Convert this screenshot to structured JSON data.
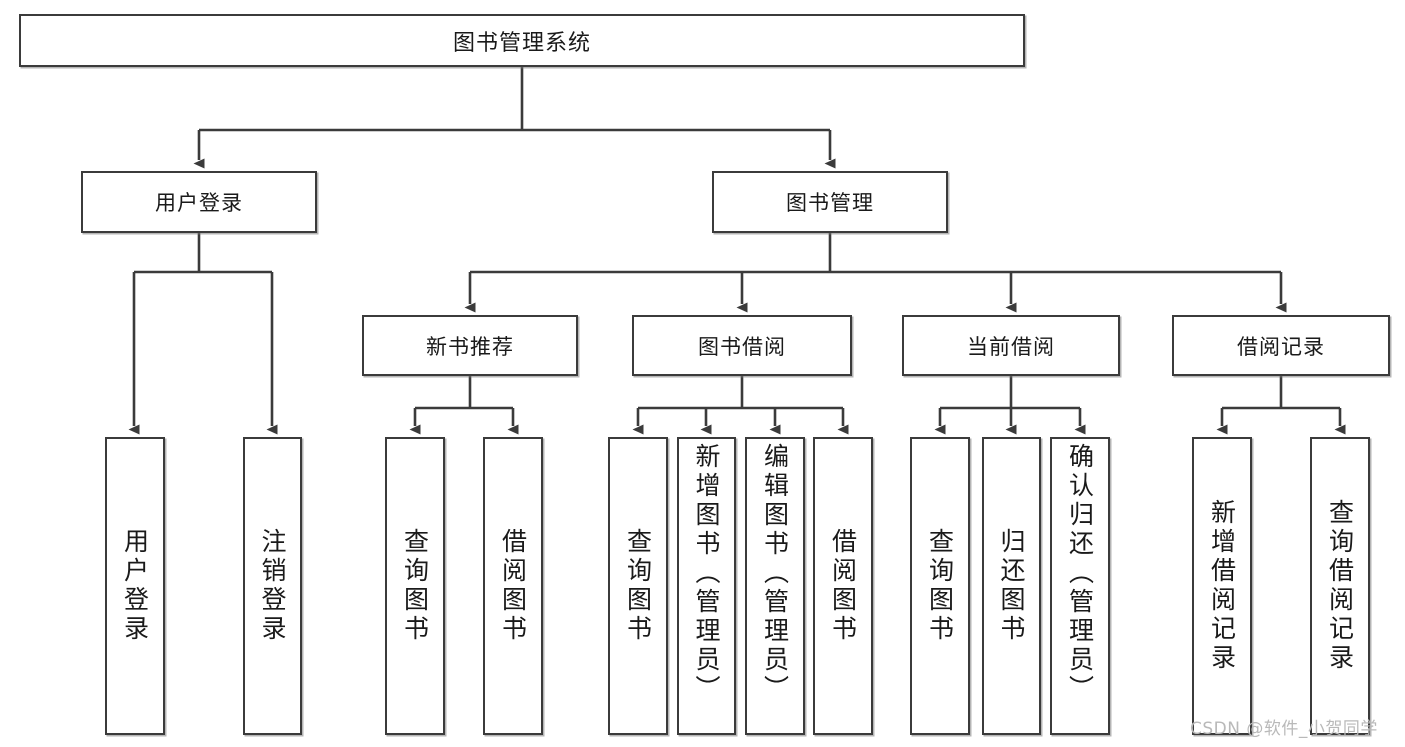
{
  "diagram": {
    "title": "图书管理系统",
    "watermark": "CSDN @软件_小贺同学",
    "line_color": "#3b3b3b",
    "box_fill": "#ffffff",
    "text_color": "#1a1a1a",
    "watermark_color": "#b9b9b9"
  },
  "nodes": {
    "root": {
      "label": "图书管理系统"
    },
    "level2": [
      {
        "label": "用户登录"
      },
      {
        "label": "图书管理"
      }
    ],
    "level3": [
      {
        "label": "新书推荐"
      },
      {
        "label": "图书借阅"
      },
      {
        "label": "当前借阅"
      },
      {
        "label": "借阅记录"
      }
    ],
    "leaves": {
      "user_login": [
        {
          "label": "用户登录"
        },
        {
          "label": "注销登录"
        }
      ],
      "new_book_recommend": [
        {
          "label": "查询图书"
        },
        {
          "label": "借阅图书"
        }
      ],
      "book_borrow": [
        {
          "label": "查询图书"
        },
        {
          "label": "新增图书（管理员）"
        },
        {
          "label": "编辑图书（管理员）"
        },
        {
          "label": "借阅图书"
        }
      ],
      "current_borrow": [
        {
          "label": "查询图书"
        },
        {
          "label": "归还图书"
        },
        {
          "label": "确认归还（管理员）"
        }
      ],
      "borrow_record": [
        {
          "label": "新增借阅记录"
        },
        {
          "label": "查询借阅记录"
        }
      ]
    }
  }
}
